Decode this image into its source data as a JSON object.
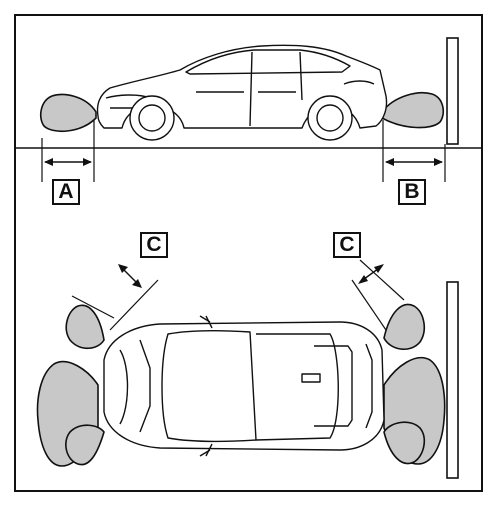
{
  "labels": {
    "a": "A",
    "b": "B",
    "c_left": "C",
    "c_right": "C"
  },
  "colors": {
    "line": "#111111",
    "sensor_fill": "#c8c8c8",
    "background": "#ffffff"
  }
}
